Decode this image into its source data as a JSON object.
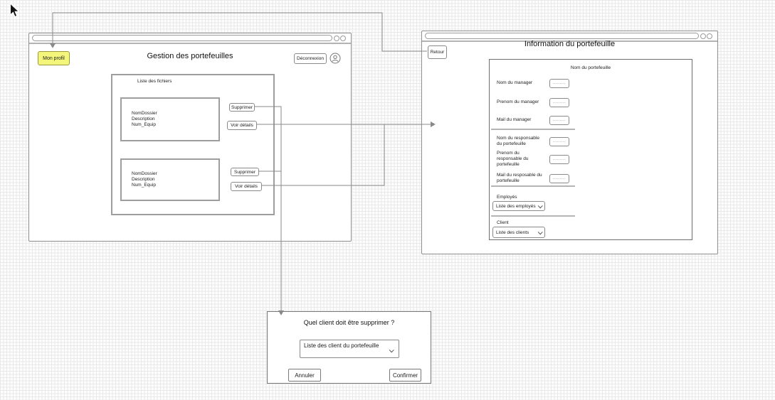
{
  "left_window": {
    "title": "Gestion des portefeuilles",
    "profile_button_label": "Mon profil",
    "logout_button_label": "Déconnexion",
    "list_panel": {
      "label": "Liste des fichiers",
      "items": [
        {
          "name": "NomDossier",
          "description": "Description",
          "team": "Num_Equip",
          "delete_label": "Supprimer",
          "details_label": "Voir détails"
        },
        {
          "name": "NomDossier",
          "description": "Description",
          "team": "Num_Equip",
          "delete_label": "Supprimer",
          "details_label": "Voir détails"
        }
      ]
    }
  },
  "right_window": {
    "back_button_label": "Retour",
    "title": "Information du portefeuille",
    "form_panel": {
      "label": "Nom du portefeuille",
      "fields": [
        {
          "label": "Nom du manager",
          "value": "........."
        },
        {
          "label": "Prenom du manager",
          "value": "........."
        },
        {
          "label": "Mail du manager",
          "value": "........."
        },
        {
          "label": "Nom du responsable du portefeuille",
          "value": "........."
        },
        {
          "label": "Prenom du responsable du portefeuille",
          "value": "........."
        },
        {
          "label": "Mail du resposable du portefeuille",
          "value": "........."
        }
      ],
      "employees": {
        "label": "Employés",
        "dropdown_value": "Liste des employés"
      },
      "client": {
        "label": "Client",
        "dropdown_value": "Liste des clients"
      }
    }
  },
  "dialog": {
    "title": "Quel client doit être supprimer ?",
    "dropdown_value": "Liste des client du portefeuille",
    "cancel_label": "Annuler",
    "confirm_label": "Confirmer"
  },
  "colors": {
    "highlight_button": "#f4f67c",
    "connector": "#8a8a8a"
  }
}
